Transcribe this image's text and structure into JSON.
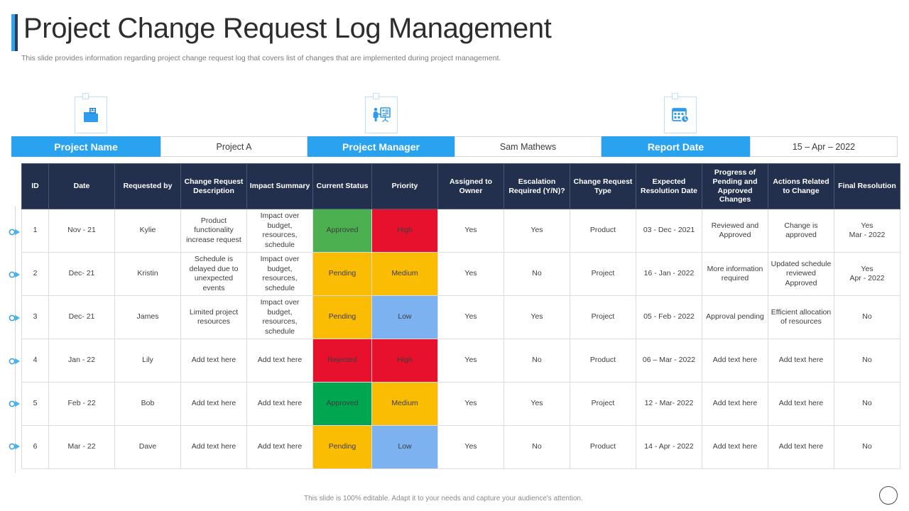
{
  "header": {
    "title": "Project Change Request Log Management",
    "subtitle": "This slide provides information regarding project change request log that covers list of changes that are implemented during project management.",
    "accent_color": "#2ea3f2",
    "accent_dark_color": "#2b3a52"
  },
  "info_bar": {
    "brand_color": "#29a3f0",
    "fields": [
      {
        "label": "Project Name",
        "value": "Project A",
        "icon": "folder-icon"
      },
      {
        "label": "Project Manager",
        "value": "Sam Mathews",
        "icon": "presenter-board-icon"
      },
      {
        "label": "Report Date",
        "value": "15 – Apr – 2022",
        "icon": "calendar-clock-icon"
      }
    ]
  },
  "table": {
    "header_bg": "#22304d",
    "columns": [
      "ID",
      "Date",
      "Requested by",
      "Change Request Description",
      "Impact Summary",
      "Current Status",
      "Priority",
      "Assigned to Owner",
      "Escalation Required (Y/N)?",
      "Change Request Type",
      "Expected Resolution Date",
      "Progress of Pending and Approved Changes",
      "Actions Related to Change",
      "Final Resolution"
    ],
    "status_colors": {
      "Approved_light": "#4caf50",
      "Approved_dark": "#00a650",
      "Pending": "#fbbc04",
      "Rejected": "#e8112d",
      "High": "#e8112d",
      "Medium": "#fbbc04",
      "Low": "#7cb2f0"
    },
    "rows": [
      {
        "id": "1",
        "date": "Nov - 21",
        "requested_by": "Kylie",
        "change_request_description": "Product functionality increase request",
        "impact_summary": "Impact over budget, resources, schedule",
        "current_status": "Approved",
        "current_status_color": "#4caf50",
        "priority": "High",
        "priority_color": "#e8112d",
        "assigned_to_owner": "Yes",
        "escalation_required": "Yes",
        "change_request_type": "Product",
        "expected_resolution_date": "03 - Dec - 2021",
        "progress": "Reviewed and Approved",
        "actions_related": "Change is approved",
        "final_resolution": "Yes\nMar - 2022"
      },
      {
        "id": "2",
        "date": "Dec- 21",
        "requested_by": "Kristin",
        "change_request_description": "Schedule is delayed due to unexpected events",
        "impact_summary": "Impact over budget, resources, schedule",
        "current_status": "Pending",
        "current_status_color": "#fbbc04",
        "priority": "Medium",
        "priority_color": "#fbbc04",
        "assigned_to_owner": "Yes",
        "escalation_required": "No",
        "change_request_type": "Project",
        "expected_resolution_date": "16 - Jan - 2022",
        "progress": "More information required",
        "actions_related": "Updated schedule reviewed Approved",
        "final_resolution": "Yes\nApr - 2022"
      },
      {
        "id": "3",
        "date": "Dec- 21",
        "requested_by": "James",
        "change_request_description": "Limited project resources",
        "impact_summary": "Impact over budget, resources, schedule",
        "current_status": "Pending",
        "current_status_color": "#fbbc04",
        "priority": "Low",
        "priority_color": "#7cb2f0",
        "assigned_to_owner": "Yes",
        "escalation_required": "Yes",
        "change_request_type": "Project",
        "expected_resolution_date": "05 - Feb - 2022",
        "progress": "Approval pending",
        "actions_related": "Efficient allocation of resources",
        "final_resolution": "No"
      },
      {
        "id": "4",
        "date": "Jan - 22",
        "requested_by": "Lily",
        "change_request_description": "Add text here",
        "impact_summary": "Add text here",
        "current_status": "Rejected",
        "current_status_color": "#e8112d",
        "priority": "High",
        "priority_color": "#e8112d",
        "assigned_to_owner": "Yes",
        "escalation_required": "No",
        "change_request_type": "Product",
        "expected_resolution_date": "06 – Mar - 2022",
        "progress": "Add text here",
        "actions_related": "Add text here",
        "final_resolution": "No"
      },
      {
        "id": "5",
        "date": "Feb - 22",
        "requested_by": "Bob",
        "change_request_description": "Add text here",
        "impact_summary": "Add text here",
        "current_status": "Approved",
        "current_status_color": "#00a650",
        "priority": "Medium",
        "priority_color": "#fbbc04",
        "assigned_to_owner": "Yes",
        "escalation_required": "Yes",
        "change_request_type": "Project",
        "expected_resolution_date": "12 - Mar- 2022",
        "progress": "Add text here",
        "actions_related": "Add text here",
        "final_resolution": "No"
      },
      {
        "id": "6",
        "date": "Mar - 22",
        "requested_by": "Dave",
        "change_request_description": "Add text here",
        "impact_summary": "Add text here",
        "current_status": "Pending",
        "current_status_color": "#fbbc04",
        "priority": "Low",
        "priority_color": "#7cb2f0",
        "assigned_to_owner": "Yes",
        "escalation_required": "No",
        "change_request_type": "Product",
        "expected_resolution_date": "14 - Apr - 2022",
        "progress": "Add text here",
        "actions_related": "Add text here",
        "final_resolution": "No"
      }
    ]
  },
  "footer": {
    "note": "This slide is 100% editable. Adapt it to your needs and capture your audience's attention."
  }
}
